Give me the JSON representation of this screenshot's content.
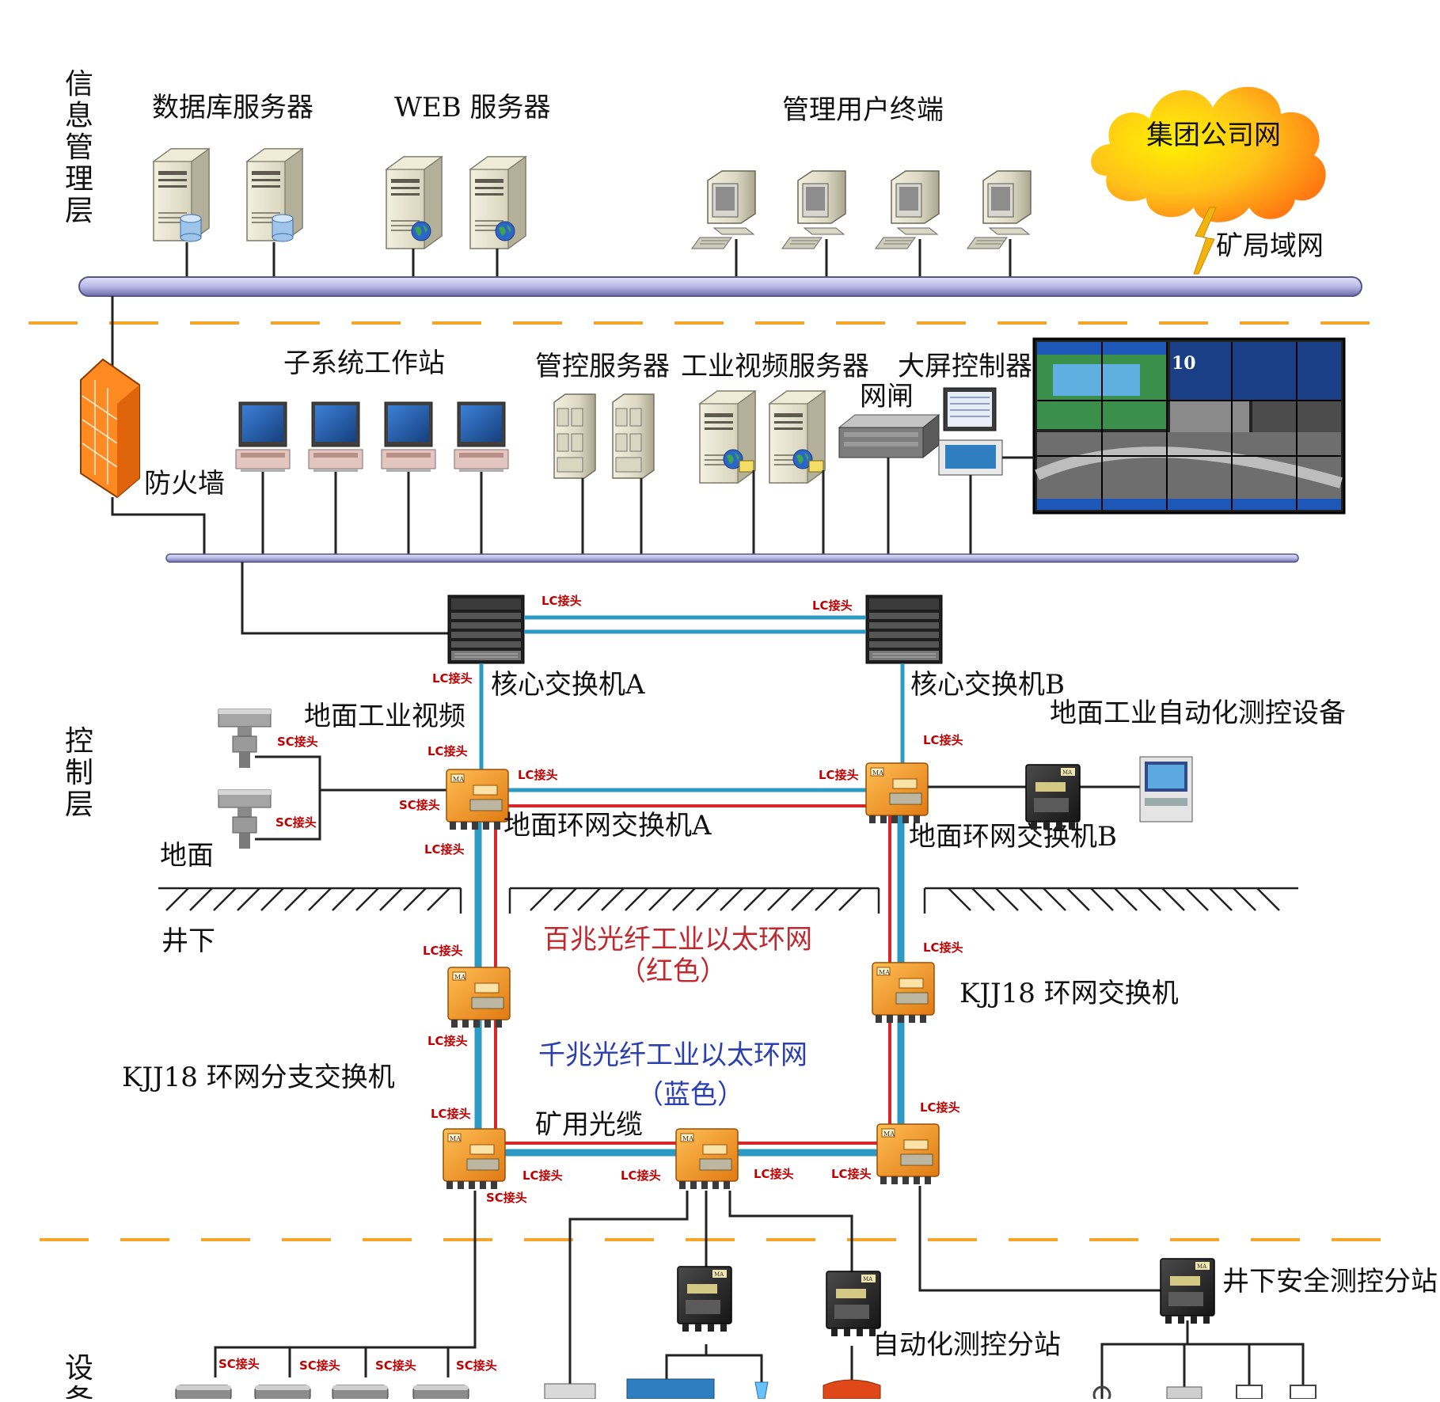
{
  "layers": {
    "info": "信息管理层",
    "control": "控制层",
    "device": "设备"
  },
  "labels": {
    "db_server": "数据库服务器",
    "web_server": "WEB 服务器",
    "mgmt_terminal": "管理用户终端",
    "group_net": "集团公司网",
    "mine_lan": "矿局域网",
    "firewall": "防火墙",
    "subsystem_ws": "子系统工作站",
    "mgmt_server": "管控服务器",
    "video_server": "工业视频服务器",
    "wall_controller": "大屏控制器",
    "gateway": "网闸",
    "core_a": "核心交换机A",
    "core_b": "核心交换机B",
    "ground_video": "地面工业视频",
    "ground_auto": "地面工业自动化测控设备",
    "ground_ring_a": "地面环网交换机A",
    "ground_ring_b": "地面环网交换机B",
    "ground": "地面",
    "underground": "井下",
    "ring_100m": "百兆光纤工业以太环网",
    "ring_100m_color": "（红色）",
    "ring_1g": "千兆光纤工业以太环网",
    "ring_1g_color": "（蓝色）",
    "kjj18_ring": "KJJ18 环网交换机",
    "kjj18_branch": "KJJ18 环网分支交换机",
    "mine_cable": "矿用光缆",
    "auto_station": "自动化测控分站",
    "safety_station": "井下安全测控分站",
    "lc": "LC接头",
    "sc": "SC接头",
    "video_wall_number": "10"
  },
  "colors": {
    "ring_red": "#d8262b",
    "ring_blue": "#2b9ac4",
    "bus": "#b9b9e6",
    "divider": "#f5a52a",
    "orange_switch": "#f39a2a"
  }
}
